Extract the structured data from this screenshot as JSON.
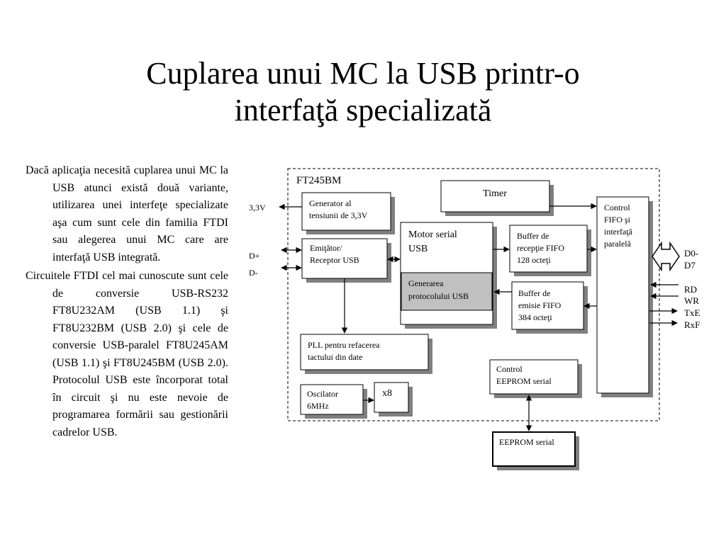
{
  "slide": {
    "title": [
      "Cuplarea unui MC la USB printr-o",
      "interfaţă specializată"
    ],
    "paragraphs": [
      "Dacă aplicaţia necesită cuplarea unui MC la USB atunci există două variante, utilizarea unei interfeţe specializate aşa cum sunt cele din familia FTDI sau alegerea unui MC care are interfaţă USB integrată.",
      "Circuitele FTDI cel mai cunoscute sunt cele de conversie USB-RS232 FT8U232AM (USB 1.1) şi FT8U232BM (USB 2.0) şi cele de conversie USB-paralel FT8U245AM (USB 1.1) şi FT8U245BM (USB 2.0). Protocolul USB este încorporat total în circuit şi nu este nevoie de programarea formării sau gestionării cadrelor USB."
    ]
  },
  "diagram": {
    "chip_label": "FT245BM",
    "blocks": {
      "generator": [
        "Generator al",
        "tensiunii de 3,3V"
      ],
      "emitator": [
        "Emiţător/",
        "Receptor USB"
      ],
      "timer": [
        "Timer"
      ],
      "motor": [
        "Motor serial",
        "USB"
      ],
      "generarea": [
        "Generarea",
        "protocolului USB"
      ],
      "buffer_rx": [
        "Buffer de",
        "recepţie FIFO",
        "128 octeţi"
      ],
      "buffer_tx": [
        "Buffer de",
        "emisie FIFO",
        "384 octeţi"
      ],
      "control_fifo": [
        "Control",
        "FIFO şi",
        "interfaţă",
        "paralelă"
      ],
      "pll": [
        "PLL pentru refacerea",
        "tactului din date"
      ],
      "oscilator": [
        "Oscilator",
        "6MHz"
      ],
      "x8": [
        "x8"
      ],
      "control_eeprom": [
        "Control",
        "EEPROM serial"
      ],
      "eeprom": [
        "EEPROM serial"
      ]
    },
    "left_pins": {
      "v33": "3,3V",
      "dplus": "D+",
      "dminus": "D-"
    },
    "right_pins": {
      "data": [
        "D0-",
        "D7"
      ],
      "rd": "RD",
      "wr": "WR",
      "txe": "TxE",
      "rxf": "RxF"
    }
  }
}
